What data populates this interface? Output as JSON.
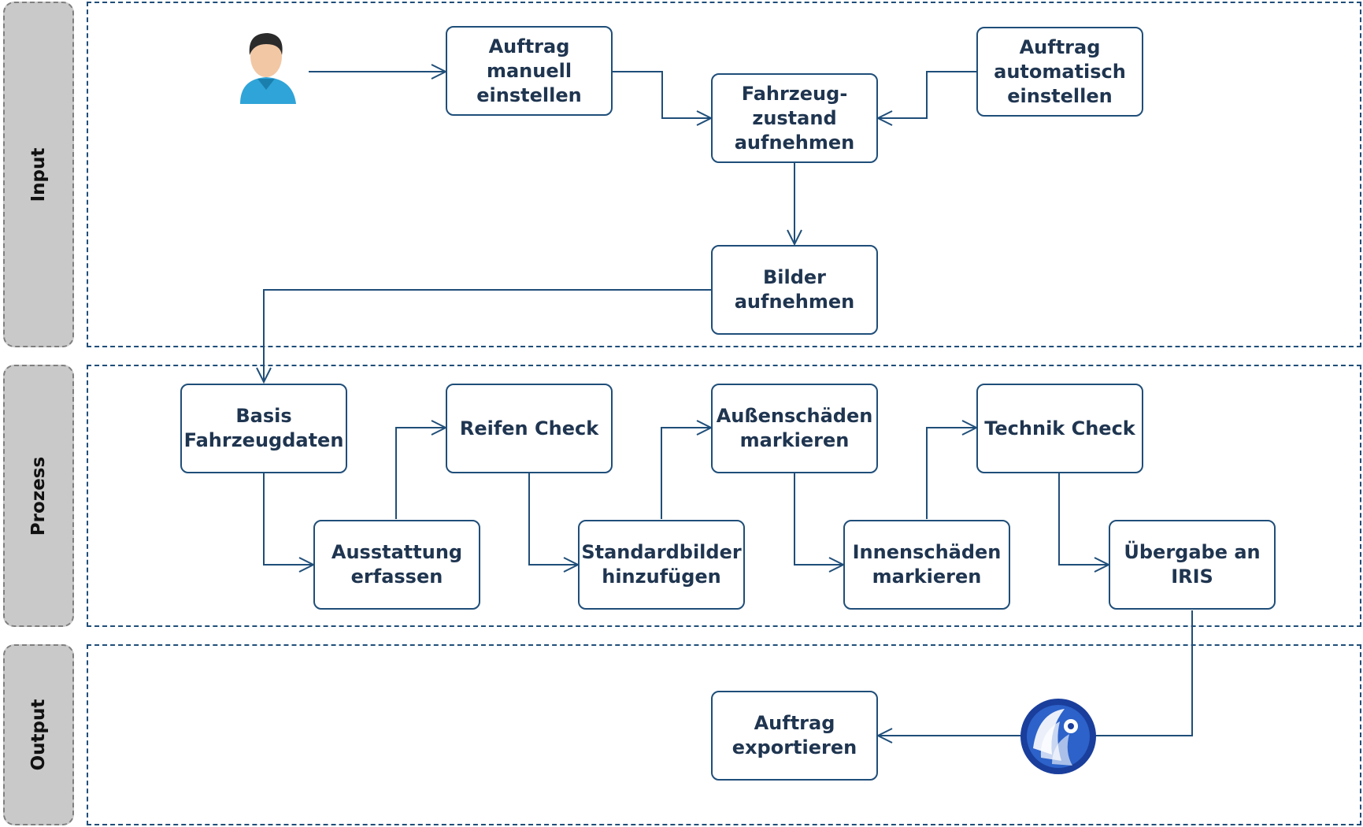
{
  "lanes": {
    "input": "Input",
    "prozess": "Prozess",
    "output": "Output"
  },
  "nodes": {
    "auftrag_manuell": "Auftrag\nmanuell\neinstellen",
    "auftrag_automatisch": "Auftrag\nautomatisch\neinstellen",
    "fahrzeugzustand": "Fahrzeug-\nzustand\naufnehmen",
    "bilder": "Bilder\naufnehmen",
    "basis": "Basis\nFahrzeugdaten",
    "ausstattung": "Ausstattung\nerfassen",
    "reifen": "Reifen Check",
    "standardbilder": "Standardbilder\nhinzufügen",
    "aussenschaeden": "Außenschäden\nmarkieren",
    "innenschaeden": "Innenschäden\nmarkieren",
    "technik": "Technik Check",
    "uebergabe": "Übergabe an\nIRIS",
    "export": "Auftrag\nexportieren"
  },
  "colors": {
    "line": "#1f4e79",
    "box_text": "#1f3550",
    "lane_label_bg": "#c9c9c9"
  },
  "icons": [
    "user-icon",
    "iris-logo-icon"
  ]
}
